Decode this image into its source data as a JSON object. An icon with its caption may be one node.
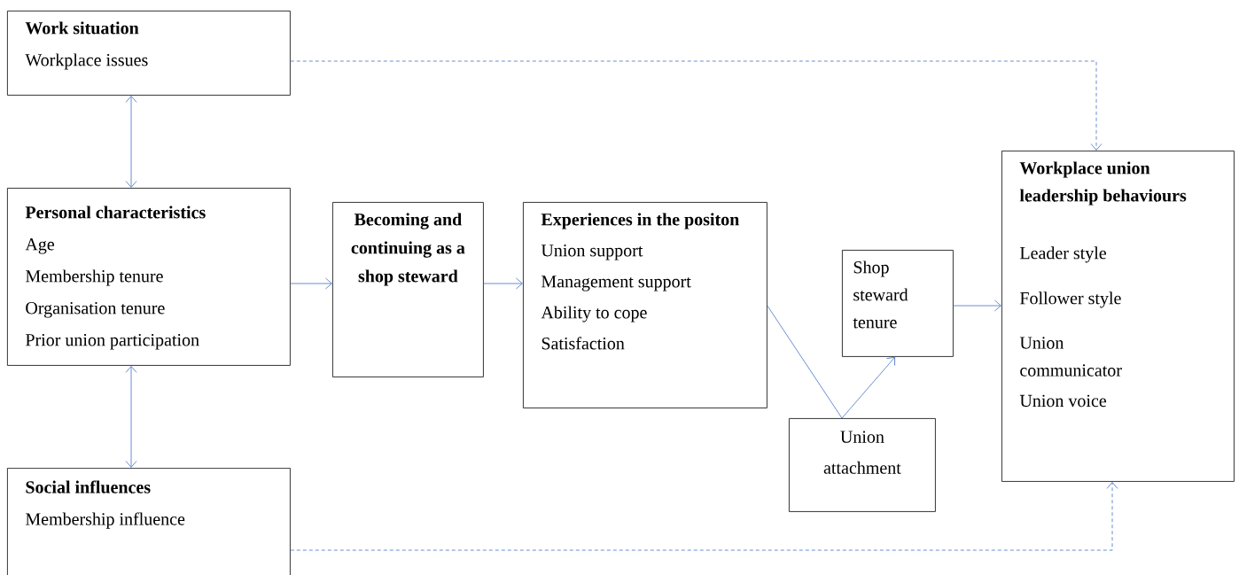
{
  "diagram": {
    "nodes": [
      {
        "text": [
          "Work situation",
          "Workplace issues"
        ]
      },
      {
        "text": [
          "Personal characteristics",
          "Age",
          "Membership tenure",
          "Organisation tenure",
          "Prior union participation"
        ]
      },
      {
        "text": [
          "Social influences",
          "Membership influence"
        ]
      },
      {
        "text": [
          "Becoming and continuing as a shop steward"
        ]
      },
      {
        "text": [
          "Experiences in the positon",
          "Union support",
          "Management support",
          "Ability to cope",
          "Satisfaction"
        ]
      },
      {
        "text": [
          "Shop steward tenure"
        ]
      },
      {
        "text": [
          "Union attachment"
        ]
      },
      {
        "text": [
          "Workplace union leadership behaviours",
          "Leader style",
          "Follower style",
          "Union communicator",
          "Union voice"
        ]
      }
    ],
    "edges": [
      {
        "from": 0,
        "to": 1,
        "arrow": "both"
      },
      {
        "from": 1,
        "to": 2,
        "arrow": "both"
      },
      {
        "from": 1,
        "to": 3,
        "arrow": "to"
      },
      {
        "from": 3,
        "to": 4,
        "arrow": "to"
      },
      {
        "from": 4,
        "to": 6,
        "arrow": "none"
      },
      {
        "from": 6,
        "to": 5,
        "arrow": "to"
      },
      {
        "from": 5,
        "to": 7,
        "arrow": "to"
      },
      {
        "from": 0,
        "to": 7,
        "arrow": "to",
        "style": "dashed"
      },
      {
        "from": 2,
        "to": 7,
        "arrow": "to",
        "style": "dashed"
      }
    ]
  }
}
